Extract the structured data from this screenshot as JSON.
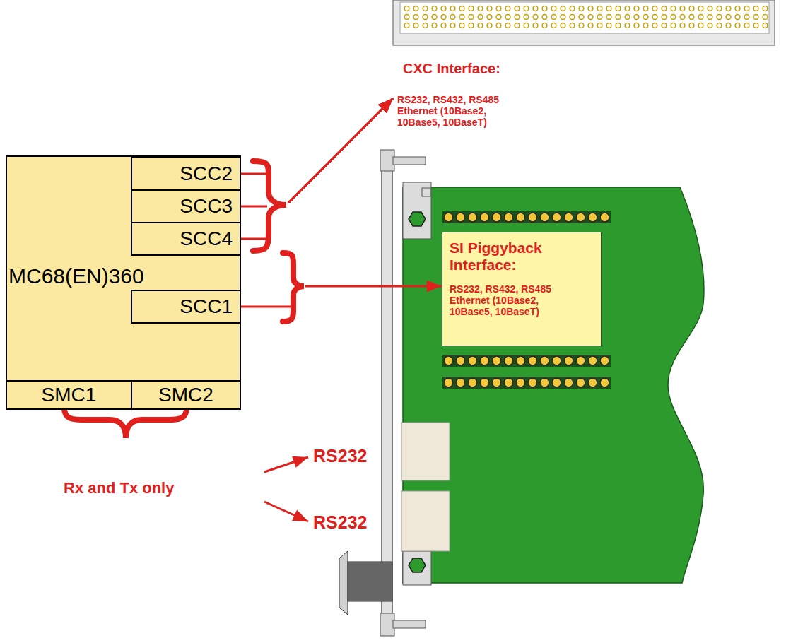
{
  "diagram": {
    "nodes": [
      {
        "text": [
          "CXC Interface:",
          "RS232, RS432, RS485 Ethernet (10Base2, 10Base5, 10BaseT)"
        ]
      },
      {
        "text": [
          "MC68(EN)360"
        ]
      },
      {
        "text": [
          "SCC2"
        ],
        "in": 1
      },
      {
        "text": [
          "SCC3"
        ],
        "in": 1
      },
      {
        "text": [
          "SCC4"
        ],
        "in": 1
      },
      {
        "text": [
          "SCC1"
        ],
        "in": 1
      },
      {
        "text": [
          "SMC1"
        ],
        "in": 1
      },
      {
        "text": [
          "SMC2"
        ],
        "in": 1
      },
      {
        "text": [
          "SI Piggyback Interface:",
          "RS232, RS432, RS485 Ethernet (10Base2, 10Base5, 10BaseT)"
        ]
      }
    ],
    "edges": [
      {
        "from": 2,
        "to": 0,
        "arrow": "to"
      },
      {
        "from": 3,
        "to": 0,
        "arrow": "to"
      },
      {
        "from": 4,
        "to": 0,
        "arrow": "to"
      },
      {
        "from": 5,
        "to": 8,
        "arrow": "to"
      }
    ],
    "labels": [
      "Rx and Tx only",
      "RS232",
      "RS232"
    ]
  }
}
